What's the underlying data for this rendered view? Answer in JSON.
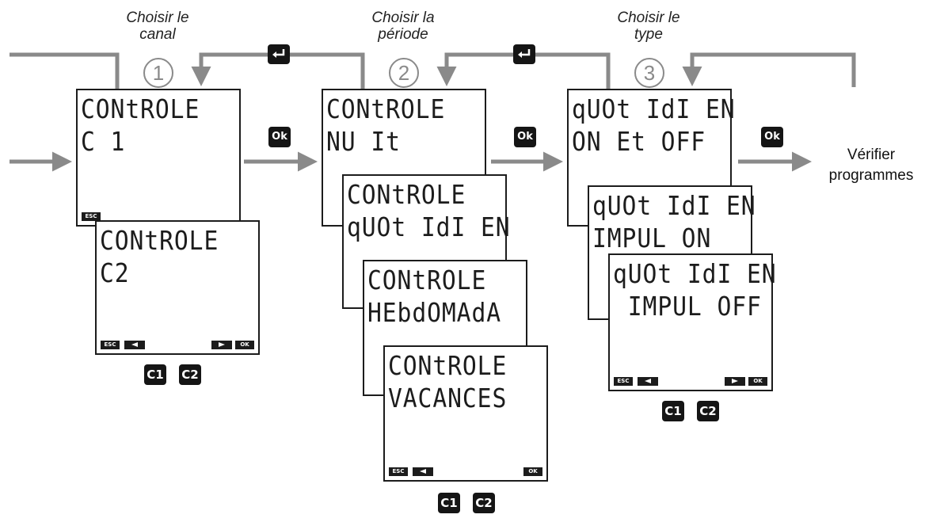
{
  "steps": [
    {
      "number": "1",
      "title_lines": [
        "Choisir le",
        "canal"
      ]
    },
    {
      "number": "2",
      "title_lines": [
        "Choisir la",
        "période"
      ]
    },
    {
      "number": "3",
      "title_lines": [
        "Choisir le",
        "type"
      ]
    }
  ],
  "screens": {
    "canal": [
      {
        "lines": [
          "CONtROLE",
          "C 1"
        ]
      },
      {
        "lines": [
          "CONtROLE",
          "C2"
        ]
      }
    ],
    "periode": [
      {
        "lines": [
          "CONtROLE",
          "NU It"
        ]
      },
      {
        "lines": [
          "CONtROLE",
          "qUOt IdI EN"
        ]
      },
      {
        "lines": [
          "CONtROLE",
          "HEbdOMAdA"
        ]
      },
      {
        "lines": [
          "CONtROLE",
          "VACANCES"
        ]
      }
    ],
    "type": [
      {
        "lines": [
          "qUOt IdI EN",
          "ON Et OFF"
        ]
      },
      {
        "lines": [
          "qUOt IdI EN",
          "IMPUL ON"
        ]
      },
      {
        "lines": [
          "qUOt IdI EN",
          " IMPUL OFF"
        ]
      }
    ]
  },
  "softkeys": {
    "esc": "ESC",
    "ok": "OK"
  },
  "badges": {
    "ok": "Ok",
    "c1": "C1",
    "c2": "C2"
  },
  "final": {
    "lines": [
      "Vérifier",
      "programmes"
    ]
  },
  "colors": {
    "arrow": "#8a8a8a",
    "badge": "#151515",
    "border": "#1c1c1c"
  },
  "icons": {
    "back": "enter-return-icon",
    "step": "circled-number"
  }
}
